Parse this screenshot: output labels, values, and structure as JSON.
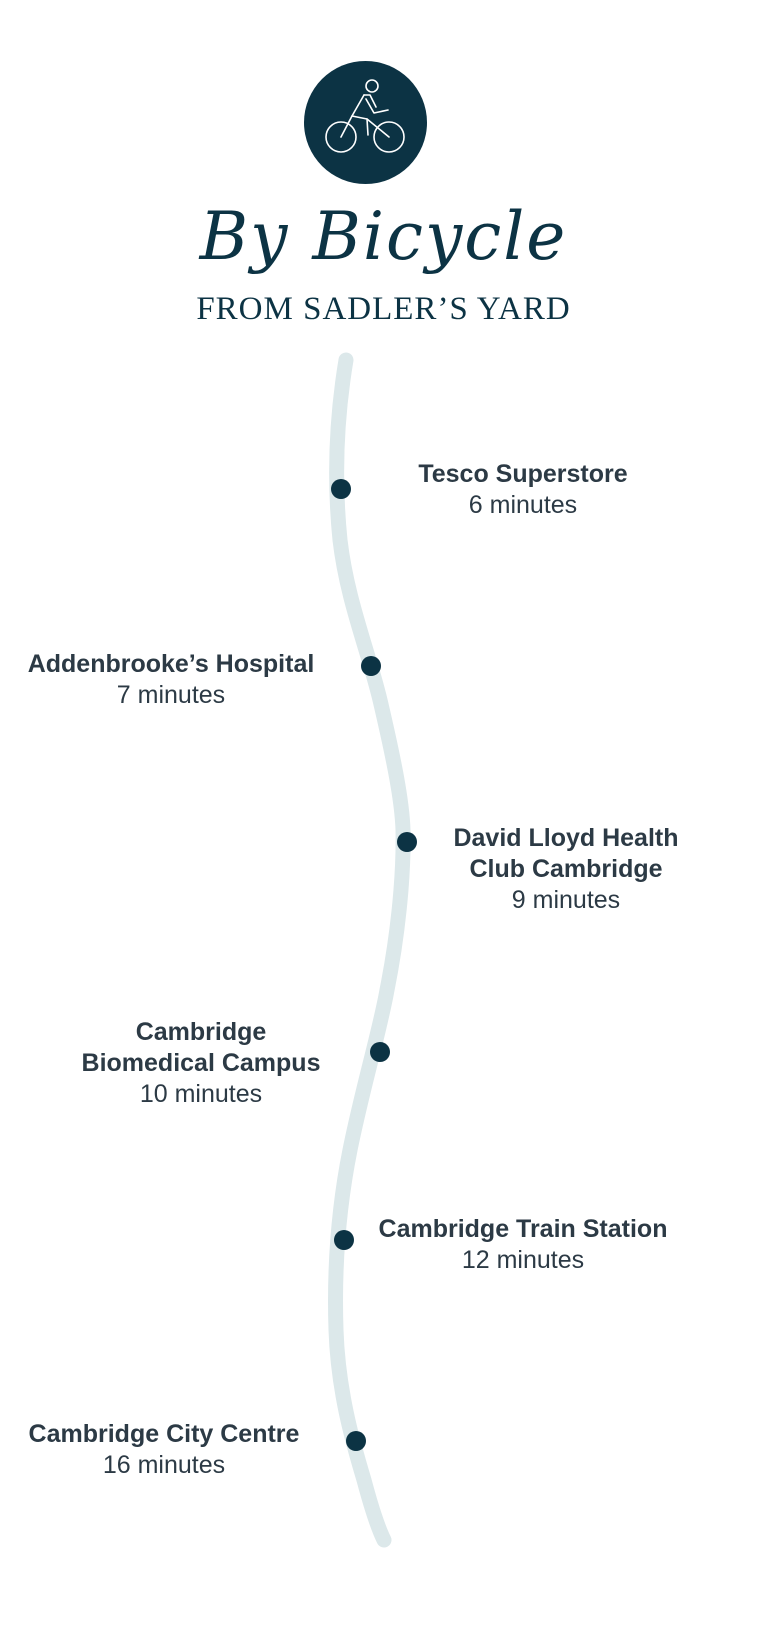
{
  "header": {
    "title": "By Bicycle",
    "subtitle": "FROM SADLER’S YARD",
    "icon": "bicycle-icon",
    "icon_color": "#0c3344"
  },
  "colors": {
    "route": "#dce8ea",
    "stop_dot": "#0c3344",
    "text": "#2c3a45"
  },
  "stops": [
    {
      "name": "Tesco Superstore",
      "time": "6 minutes"
    },
    {
      "name": "Addenbrooke’s Hospital",
      "time": "7 minutes"
    },
    {
      "name": "David Lloyd Health\nClub Cambridge",
      "time": "9 minutes"
    },
    {
      "name": "Cambridge\nBiomedical Campus",
      "time": "10 minutes"
    },
    {
      "name": "Cambridge Train Station",
      "time": "12 minutes"
    },
    {
      "name": "Cambridge City Centre",
      "time": "16 minutes"
    }
  ]
}
